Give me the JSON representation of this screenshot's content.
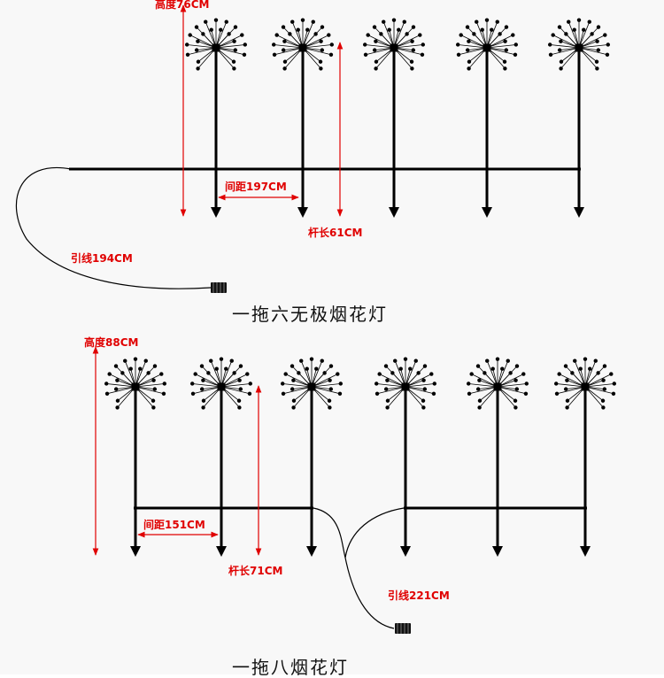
{
  "colors": {
    "dimension": "#e00000",
    "line": "#000000"
  },
  "diagram_top": {
    "title": "一拖六无极烟花灯",
    "height_label": "高度76CM",
    "spacing_label": "间距197CM",
    "pole_label": "杆长61CM",
    "lead_label": "引线194CM"
  },
  "diagram_bottom": {
    "title": "一拖八烟花灯",
    "height_label": "高度88CM",
    "spacing_label": "间距151CM",
    "pole_label": "杆长71CM",
    "lead_label": "引线221CM"
  }
}
